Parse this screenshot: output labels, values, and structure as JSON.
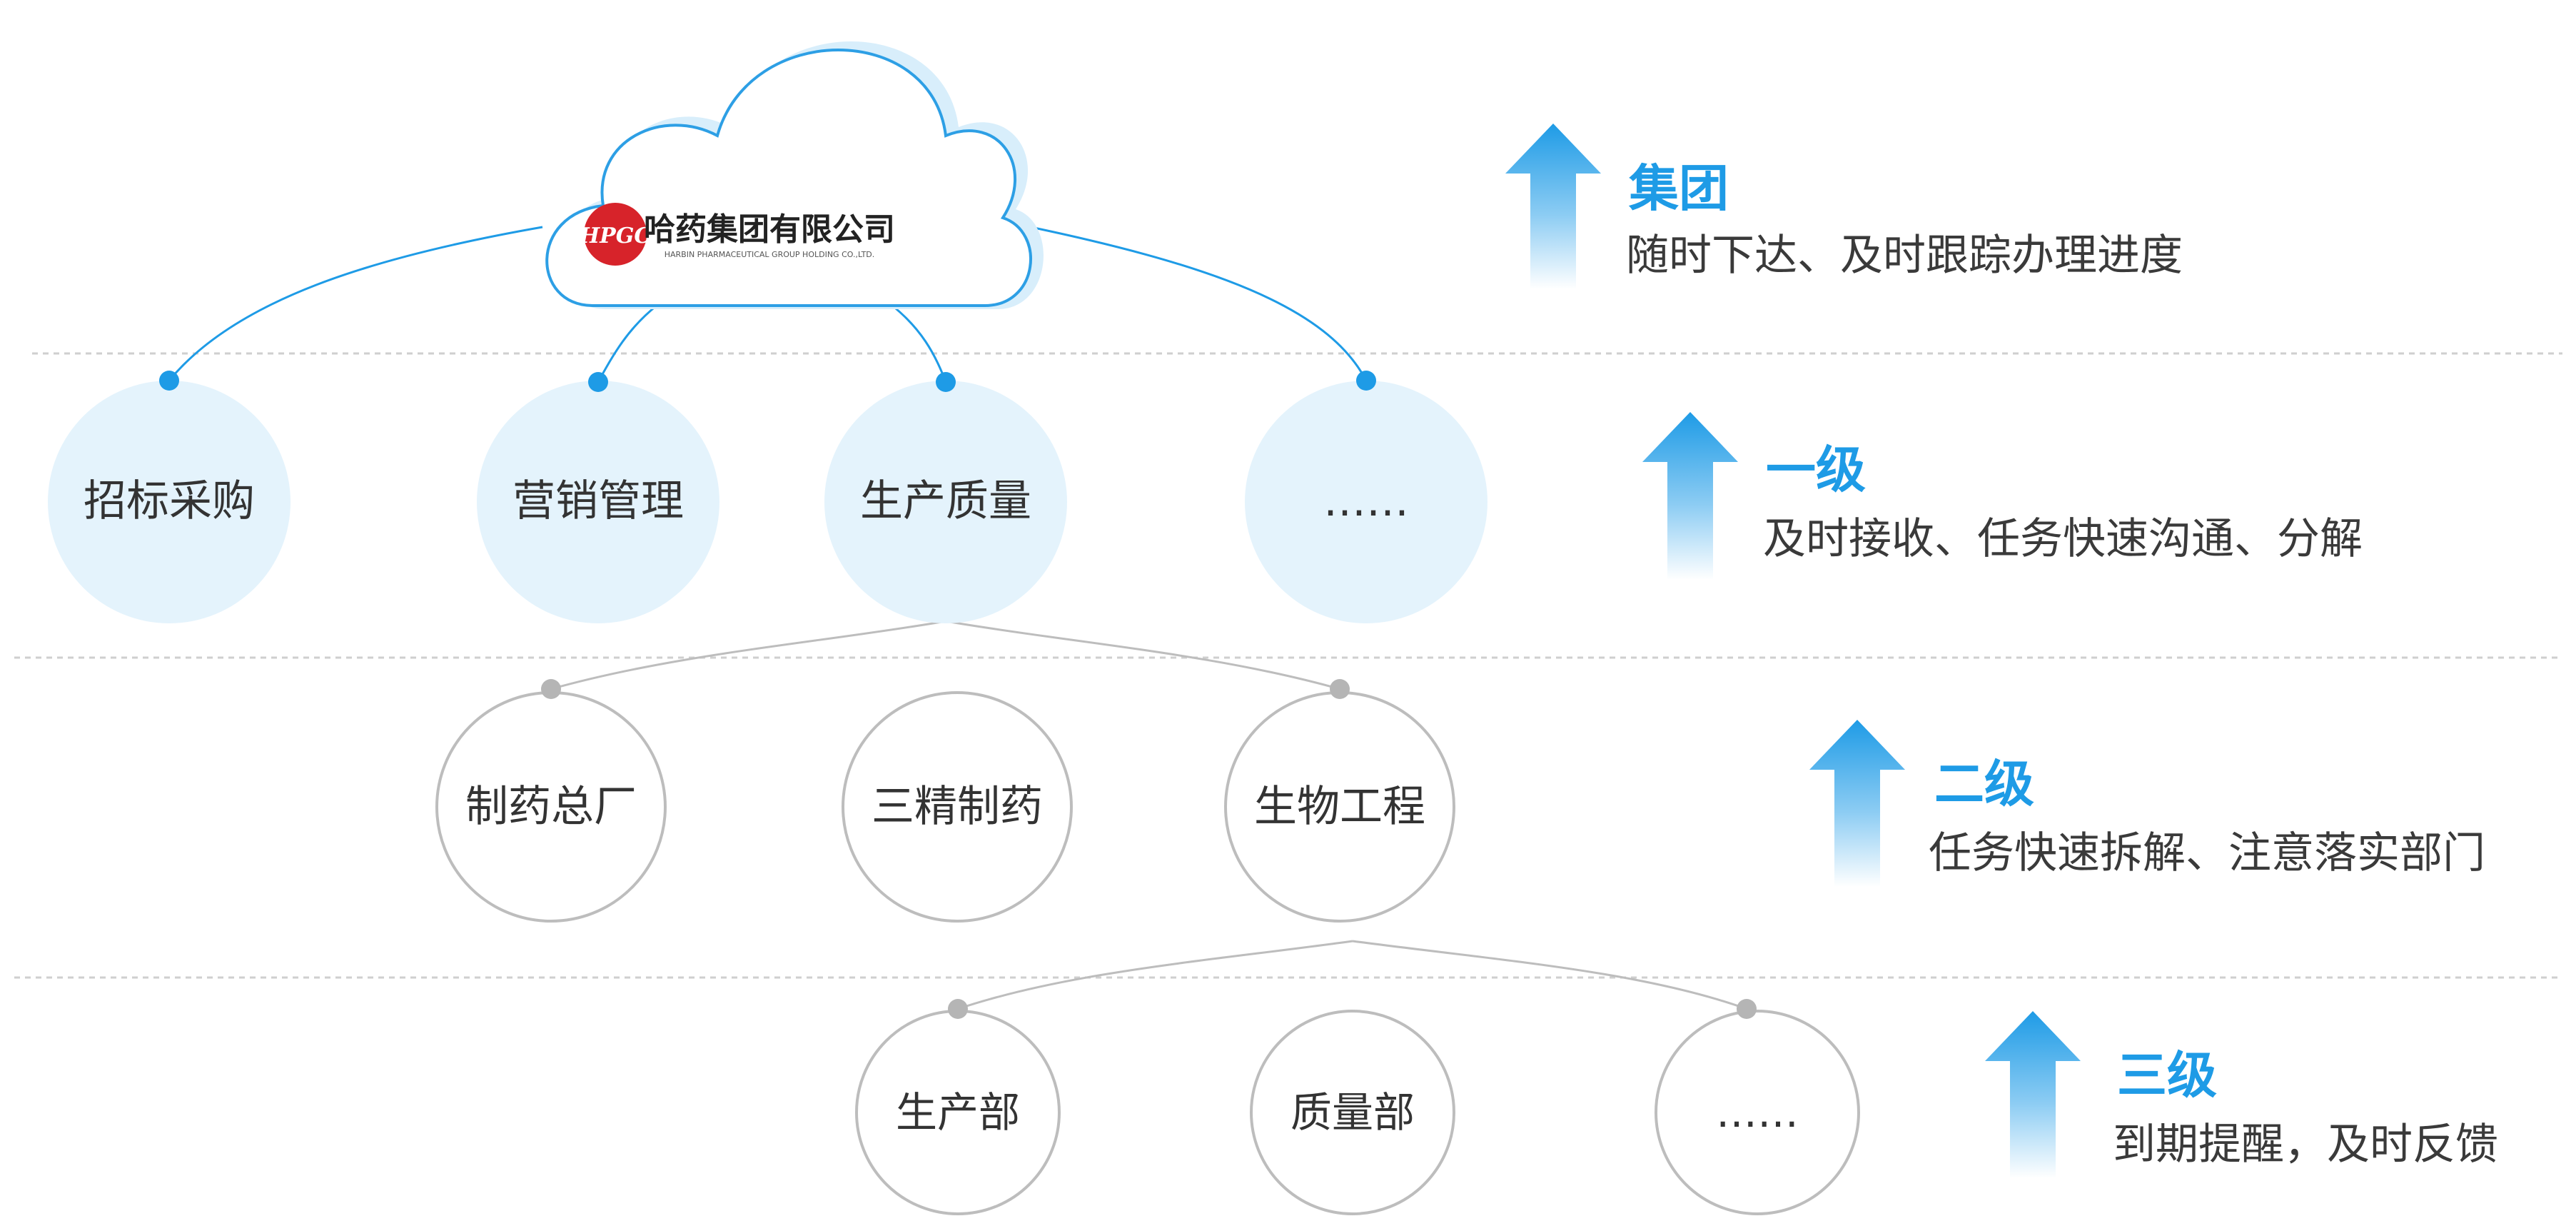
{
  "logo": {
    "brand_mark": "HPGC",
    "company_name": "哈药集团有限公司",
    "company_name_en": "HARBIN PHARMACEUTICAL GROUP HOLDING CO.,LTD."
  },
  "levels": [
    {
      "title": "集团",
      "description": "随时下达、及时跟踪办理进度"
    },
    {
      "title": "一级",
      "description": "及时接收、任务快速沟通、分解"
    },
    {
      "title": "二级",
      "description": "任务快速拆解、注意落实部门"
    },
    {
      "title": "三级",
      "description": "到期提醒，及时反馈"
    }
  ],
  "tier1": [
    "招标采购",
    "营销管理",
    "生产质量",
    "……"
  ],
  "tier2": [
    "制药总厂",
    "三精制药",
    "生物工程"
  ],
  "tier3": [
    "生产部",
    "质量部",
    "……"
  ],
  "colors": {
    "accent": "#1e9be6",
    "tier1_fill": "#e4f3fc",
    "outline_gray": "#bdbdbd",
    "cloud_outline": "#2d9fe5",
    "logo_red": "#d7232a"
  }
}
